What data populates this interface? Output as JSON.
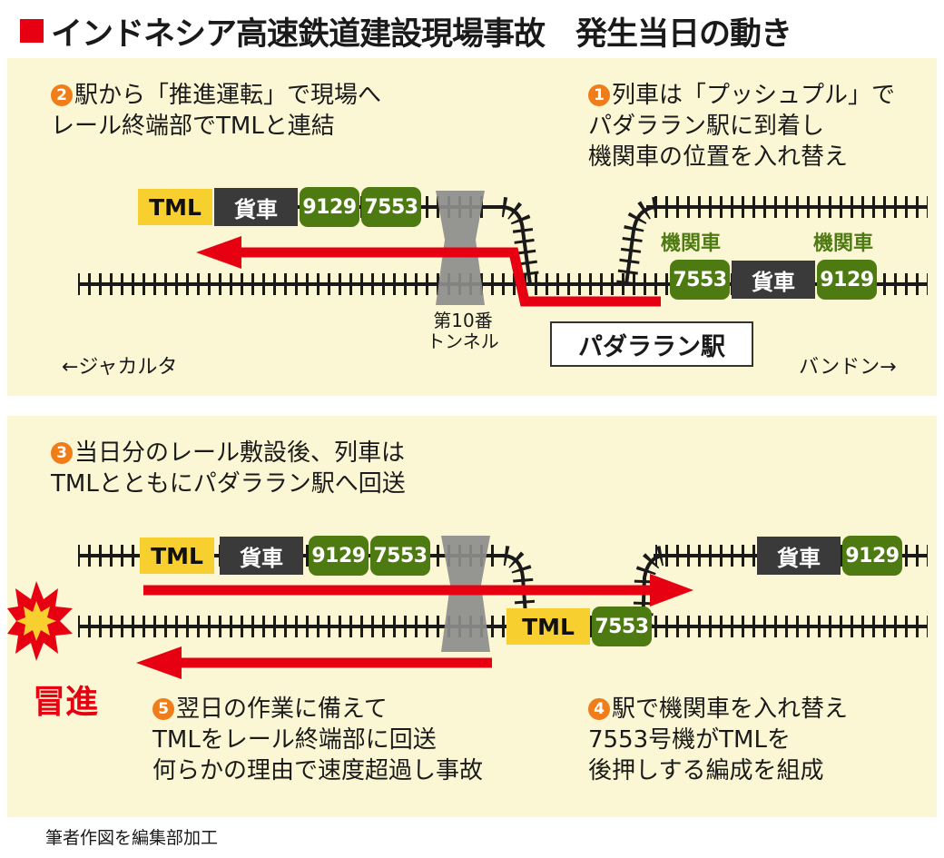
{
  "title": "インドネシア高速鉄道建設現場事故　発生当日の動き",
  "panel1": {
    "note2": {
      "num": "2",
      "lines": [
        "駅から「推進運転」で現場へ",
        "レール終端部でTMLと連結"
      ]
    },
    "note1": {
      "num": "1",
      "lines": [
        "列車は「プッシュプル」で",
        "パダララン駅に到着し",
        "機関車の位置を入れ替え"
      ]
    },
    "train_left": {
      "tml": "TML",
      "freight": "貨車",
      "loco_a": "9129",
      "loco_b": "7553"
    },
    "train_right": {
      "loco_a": "7553",
      "freight": "貨車",
      "loco_b": "9129",
      "label_a": "機関車",
      "label_b": "機関車"
    },
    "tunnel_label": [
      "第10番",
      "トンネル"
    ],
    "station": "パダララン駅",
    "dir_left": "←ジャカルタ",
    "dir_right": "バンドン→"
  },
  "panel2": {
    "note3": {
      "num": "3",
      "lines": [
        "当日分のレール敷設後、列車は",
        "TMLとともにパダララン駅へ回送"
      ]
    },
    "note5": {
      "num": "5",
      "lines": [
        "翌日の作業に備えて",
        "TMLをレール終端部に回送",
        "何らかの理由で速度超過し事故"
      ]
    },
    "note4": {
      "num": "4",
      "lines": [
        "駅で機関車を入れ替え",
        "7553号機がTMLを",
        "後押しする編成を組成"
      ]
    },
    "train_top": {
      "tml": "TML",
      "freight": "貨車",
      "loco_a": "9129",
      "loco_b": "7553"
    },
    "train_right": {
      "freight": "貨車",
      "loco": "9129"
    },
    "train_bottom": {
      "tml": "TML",
      "loco": "7553"
    },
    "danger": "冒進"
  },
  "credit": "筆者作図を編集部加工",
  "colors": {
    "accent_red": "#e60012",
    "loco_green": "#4e7a12",
    "tml_yellow": "#f7cf2e",
    "freight_gray": "#3a3a3a",
    "panel_bg": "#fbf6d4",
    "number_orange": "#ee7d1a"
  }
}
